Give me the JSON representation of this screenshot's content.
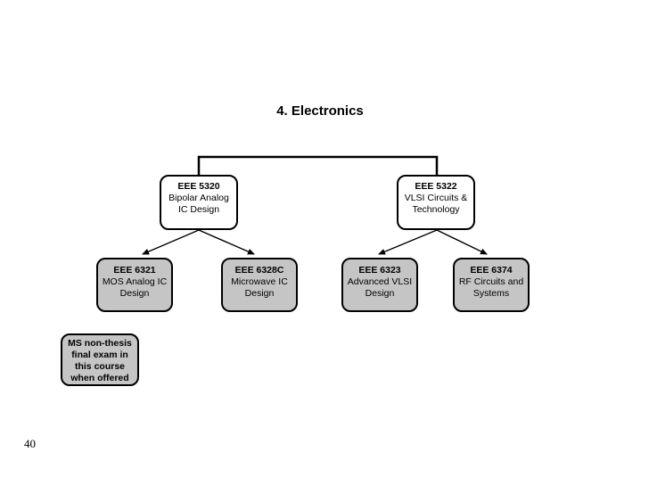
{
  "page": {
    "title": "4. Electronics",
    "page_number": "40"
  },
  "diagram": {
    "parents": [
      {
        "code": "EEE 5320",
        "desc": "Bipolar Analog IC Design"
      },
      {
        "code": "EEE 5322",
        "desc": "VLSI Circuits & Technology"
      }
    ],
    "children": [
      {
        "code": "EEE 6321",
        "desc": "MOS Analog IC Design"
      },
      {
        "code": "EEE 6328C",
        "desc": "Microwave IC Design"
      },
      {
        "code": "EEE 6323",
        "desc": "Advanced VLSI Design"
      },
      {
        "code": "EEE 6374",
        "desc": "RF Circuits and Systems"
      }
    ],
    "note": "MS non-thesis final exam in this course when offered",
    "colors": {
      "box_fill_parent": "#ffffff",
      "box_fill_child": "#c5c5c5",
      "line": "#000000"
    }
  }
}
